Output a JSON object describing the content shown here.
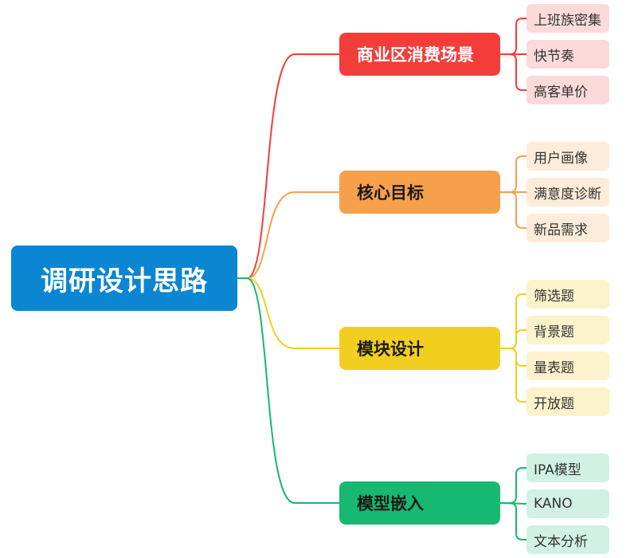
{
  "root": {
    "label": "调研设计思路",
    "color": "#0a86d2"
  },
  "branches": [
    {
      "label": "商业区消费场景",
      "color": "#f23d3b",
      "text_color": "#ffffff",
      "leaf_bg": "#fcdada",
      "leaves": [
        "上班族密集",
        "快节奏",
        "高客单价"
      ]
    },
    {
      "label": "核心目标",
      "color": "#f6a04b",
      "text_color": "#1a1a1a",
      "leaf_bg": "#fdecd9",
      "leaves": [
        "用户画像",
        "满意度诊断",
        "新品需求"
      ]
    },
    {
      "label": "模块设计",
      "color": "#f2cf1f",
      "text_color": "#1a1a1a",
      "leaf_bg": "#fcf3cc",
      "leaves": [
        "筛选题",
        "背景题",
        "量表题",
        "开放题"
      ]
    },
    {
      "label": "模型嵌入",
      "color": "#16b872",
      "text_color": "#1a1a1a",
      "leaf_bg": "#d1f2e2",
      "leaves": [
        "IPA模型",
        "KANO",
        "文本分析"
      ]
    }
  ]
}
